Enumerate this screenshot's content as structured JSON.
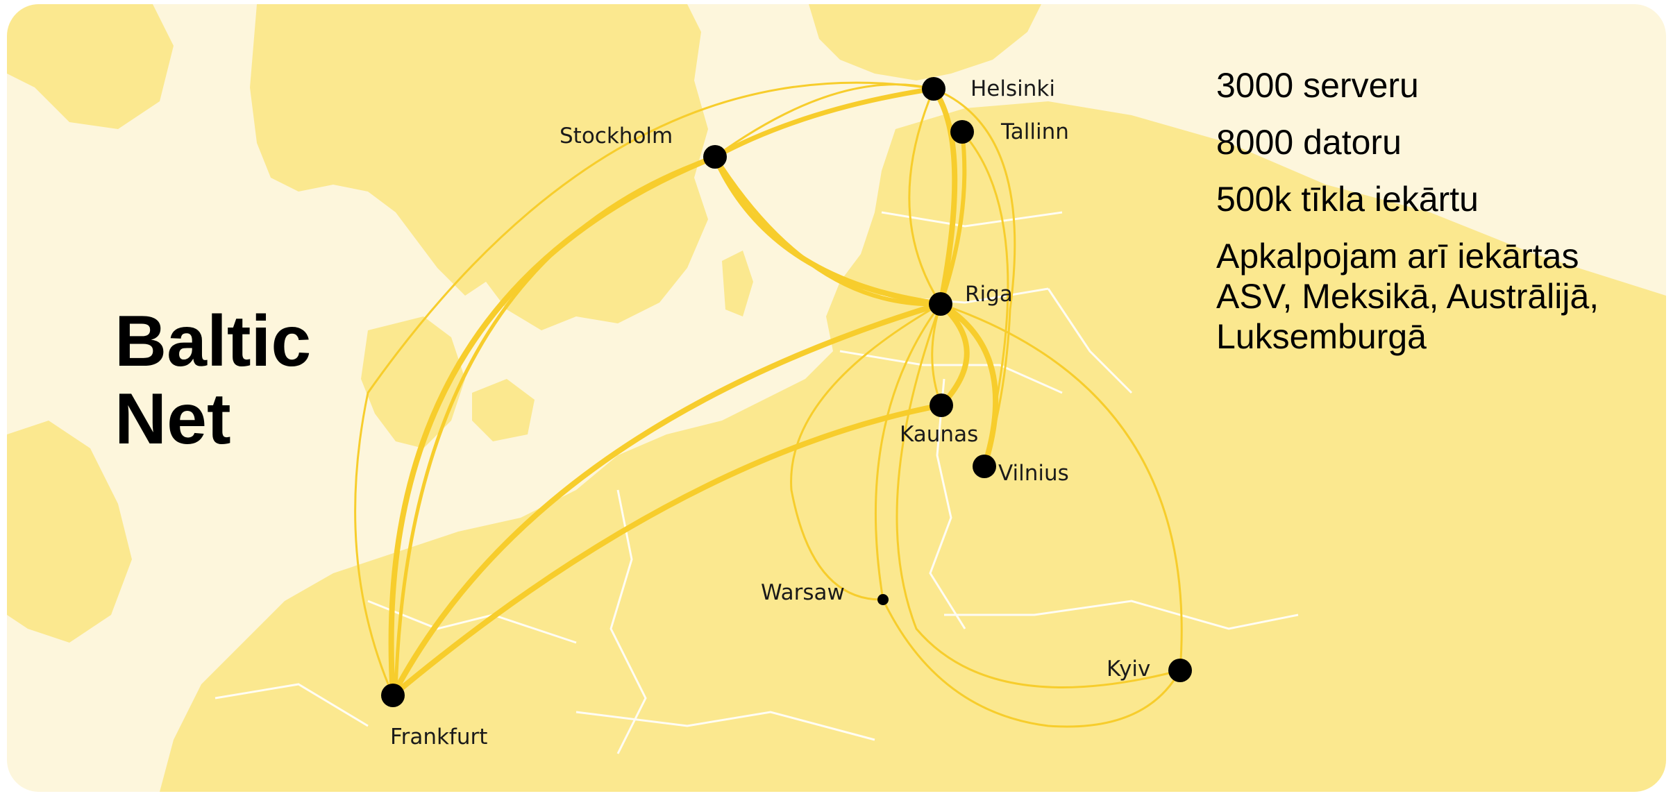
{
  "title": {
    "line1": "Baltic",
    "line2": "Net"
  },
  "stats": [
    "3000 serveru",
    "8000 datoru",
    "500k tīkla iekārtu",
    "Apkalpojam arī iekārtas ASV, Meksikā, Austrālijā, Luksemburgā"
  ],
  "cities": [
    {
      "name": "Helsinki"
    },
    {
      "name": "Tallinn"
    },
    {
      "name": "Stockholm"
    },
    {
      "name": "Riga"
    },
    {
      "name": "Kaunas"
    },
    {
      "name": "Vilnius"
    },
    {
      "name": "Warsaw"
    },
    {
      "name": "Kyiv"
    },
    {
      "name": "Frankfurt"
    }
  ],
  "colors": {
    "background": "#fdf6dc",
    "land": "#fbe88f",
    "route": "#f7cd2c",
    "border": "#ffffff",
    "city": "#000000"
  }
}
